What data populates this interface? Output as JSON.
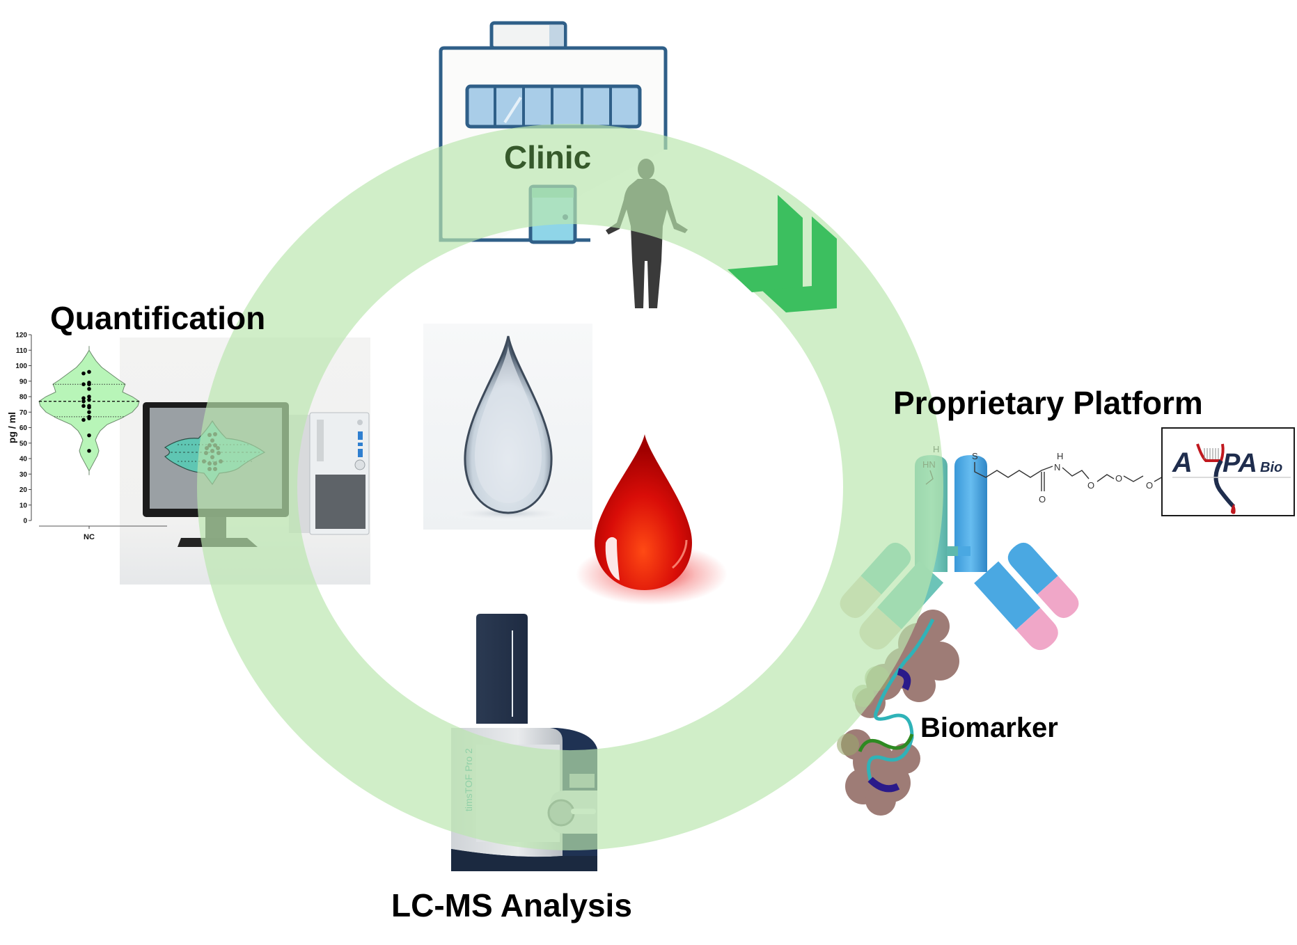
{
  "diagram": {
    "title": "Biomarker workflow cycle",
    "stages": {
      "clinic": {
        "label": "Clinic"
      },
      "platform": {
        "label": "Proprietary Platform"
      },
      "biomarker": {
        "label": "Biomarker"
      },
      "lcms": {
        "label": "LC-MS Analysis",
        "instrument_label": "timsTOF Pro 2"
      },
      "quantification": {
        "label": "Quantification"
      }
    },
    "logo": {
      "brand": "APPA",
      "suffix": "Bio",
      "display_text": "A PA",
      "display_suffix": "Bio"
    },
    "molecule_atoms": {
      "h": "H",
      "hn": "HN",
      "s": "S",
      "nh_h": "H",
      "n": "N",
      "o_carbonyl": "O",
      "o1": "O",
      "o2": "O",
      "o3": "O"
    },
    "colors": {
      "ring": "#c8ecc0",
      "ring_opacity": 0.8,
      "chevron": "#3cbf5f",
      "overlay_text": "#36592b",
      "blood": "#d40f0a",
      "antibody_teal": "#6cc4b8",
      "antibody_blue": "#4aa8e2",
      "antibody_pink": "#f0a7c8",
      "antibody_beige": "#d9ccb8",
      "building_stroke": "#2f5f88",
      "window_fill": "#a9cde8"
    }
  },
  "chart_data": {
    "type": "violin",
    "title": "",
    "xlabel": "",
    "ylabel": "pg / ml",
    "categories": [
      "NC"
    ],
    "ylim": [
      0,
      120
    ],
    "yticks": [
      0,
      10,
      20,
      30,
      40,
      50,
      60,
      70,
      80,
      90,
      100,
      110,
      120
    ],
    "ytick_labels": [
      "0",
      "10",
      "20",
      "30",
      "40",
      "50",
      "60",
      "70",
      "80",
      "90",
      "100",
      "110",
      "120"
    ],
    "grid": false,
    "series": [
      {
        "name": "NC",
        "points": [
          96,
          95,
          89,
          88,
          88,
          85,
          80,
          79,
          78,
          77,
          74,
          74,
          73,
          70,
          67,
          66,
          65,
          55,
          45
        ],
        "median": 77,
        "q1": 67,
        "q3": 88,
        "violin_range": [
          32,
          110
        ],
        "fill": "#b8f5b8"
      }
    ]
  }
}
